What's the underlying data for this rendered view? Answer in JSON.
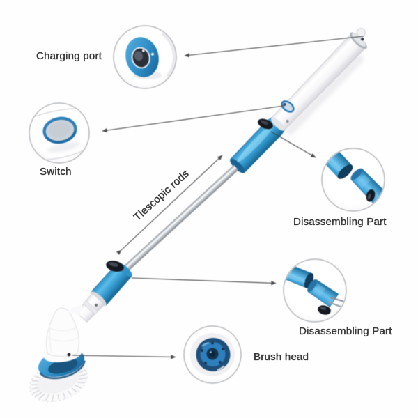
{
  "figure": {
    "kind": "annotated product parts diagram",
    "product": "electric spin scrubber with telescopic handle"
  },
  "colors": {
    "accent_blue": "#2e8fc6",
    "dark_blue": "#176d9f",
    "label_text": "#38383a",
    "callout_border": "#b4b6ba",
    "steel_gray": "#aab0b7",
    "black_part": "#161920",
    "background": "#fefefe"
  },
  "callouts": {
    "charging_port": {
      "label": "Charging port"
    },
    "switch": {
      "label": "Switch"
    },
    "telescopic_rods": {
      "label": "Tlescopic rods"
    },
    "disassembling_part_upper": {
      "label": "Disassembling Part"
    },
    "disassembling_part_lower": {
      "label": "Disassembling Part"
    },
    "brush_head": {
      "label": "Brush head"
    }
  }
}
